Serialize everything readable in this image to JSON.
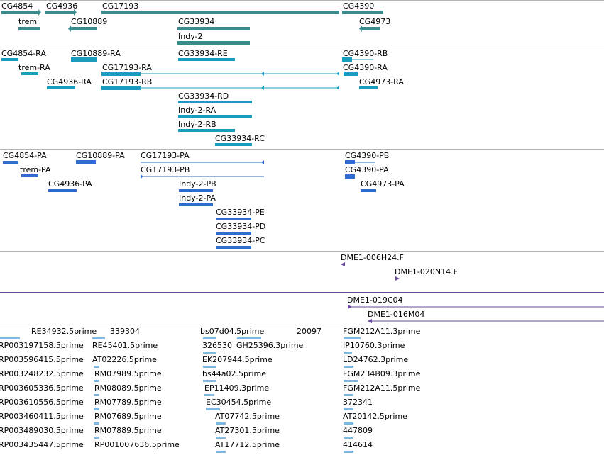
{
  "colors": {
    "gene": "#3a8c8c",
    "transcript": "#1a9cbe",
    "protein": "#2f6cd0",
    "clone": "#6a4aa0",
    "est": "#7fb7e0",
    "separator": "#b4b4b4"
  },
  "tracks": {
    "genes": {
      "labels": [
        "CG4854",
        "CG4936",
        "CG17193",
        "CG4390",
        "trem",
        "CG10889",
        "CG33934",
        "CG4973",
        "Indy-2"
      ]
    },
    "transcripts": {
      "labels": [
        "CG4854-RA",
        "CG10889-RA",
        "CG33934-RE",
        "CG4390-RB",
        "trem-RA",
        "CG17193-RA",
        "CG4390-RA",
        "CG4936-RA",
        "CG17193-RB",
        "CG4973-RA",
        "CG33934-RD",
        "Indy-2-RA",
        "Indy-2-RB",
        "CG33934-RC"
      ]
    },
    "proteins": {
      "labels": [
        "CG4854-PA",
        "CG10889-PA",
        "CG17193-PA",
        "CG4390-PB",
        "trem-PA",
        "CG17193-PB",
        "CG4390-PA",
        "CG4936-PA",
        "Indy-2-PB",
        "CG4973-PA",
        "Indy-2-PA",
        "CG33934-PE",
        "CG33934-PD",
        "CG33934-PC"
      ]
    },
    "clones": {
      "labels": [
        "DME1-006H24.F",
        "DME1-020N14.F",
        "DME1-019C04",
        "DME1-016M04"
      ]
    },
    "ests": {
      "labels": [
        "RE34932.5prime",
        "339304",
        "bs07d04.5prime",
        "20097",
        "FGM212A11.3prime",
        "RP003197158.5prime",
        "RE45401.5prime",
        "326530",
        "GH25396.3prime",
        "IP10760.3prime",
        "RP003596415.5prime",
        "AT02226.5prime",
        "EK207944.5prime",
        "LD24762.3prime",
        "RP003248232.5prime",
        "RM07989.5prime",
        "bs44a02.5prime",
        "FGM234B09.3prime",
        "RP003605336.5prime",
        "RM08089.5prime",
        "EP11409.3prime",
        "FGM212A11.5prime",
        "RP003610556.5prime",
        "RM07789.5prime",
        "EC30454.5prime",
        "372341",
        "RP003460411.5prime",
        "RM07689.5prime",
        "AT07742.5prime",
        "AT20142.5prime",
        "RP003489030.5prime",
        "RM07889.5prime",
        "AT27301.5prime",
        "447809",
        "RP003435447.5prime",
        "RP001007636.5prime",
        "AT17712.5prime",
        "414614"
      ]
    }
  }
}
